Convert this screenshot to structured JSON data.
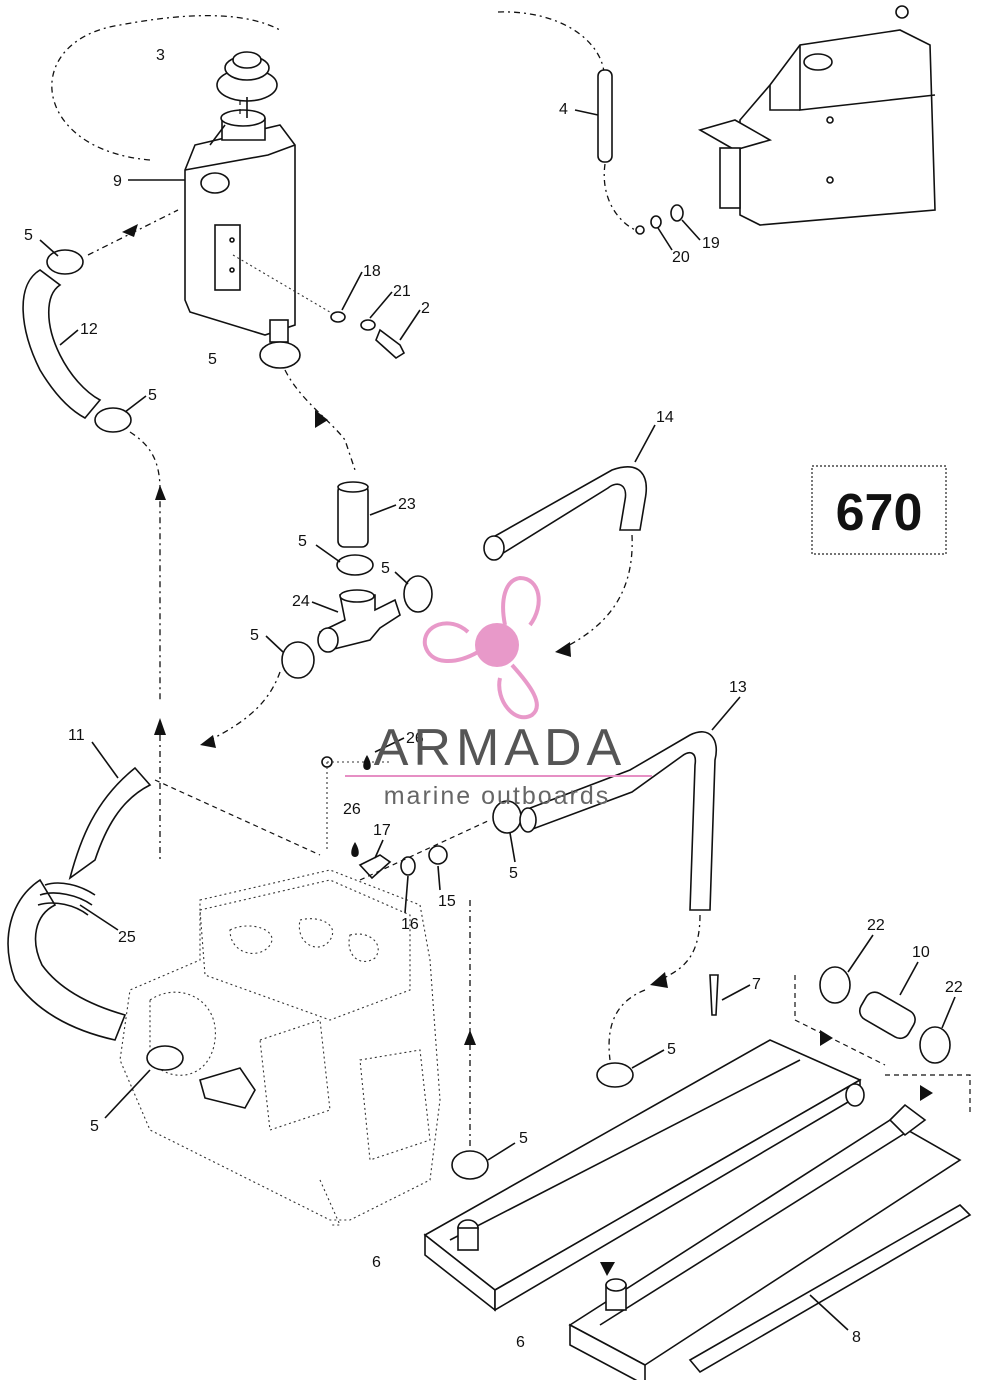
{
  "diagram": {
    "code": "670",
    "callouts": [
      "3",
      "9",
      "5",
      "12",
      "5",
      "5",
      "18",
      "21",
      "2",
      "4",
      "20",
      "19",
      "14",
      "23",
      "5",
      "5",
      "24",
      "5",
      "11",
      "26",
      "26",
      "17",
      "15",
      "16",
      "5",
      "13",
      "25",
      "22",
      "10",
      "22",
      "7",
      "5",
      "5",
      "5",
      "6",
      "6",
      "8"
    ]
  },
  "watermark": {
    "brand": "ARMADA",
    "tagline": "marine outboards",
    "accent_color": "#e68fc4",
    "icon": "propeller-logo-icon"
  },
  "colors": {
    "line": "#111111",
    "background": "#ffffff"
  }
}
